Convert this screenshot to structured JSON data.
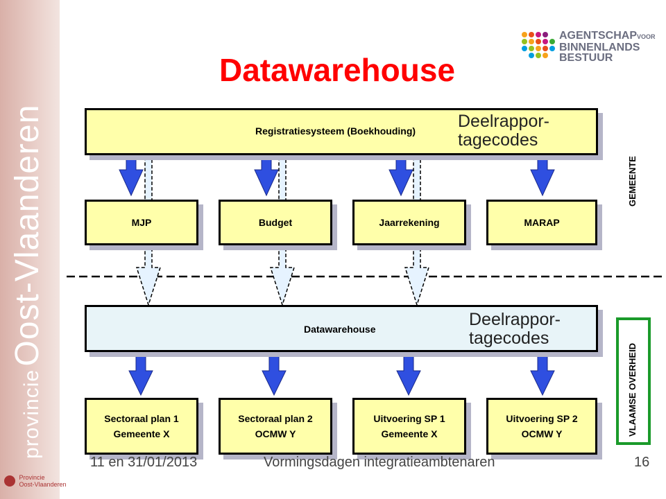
{
  "title": "Datawarehouse",
  "agency_logo": {
    "line1": "AGENTSCHAP",
    "line1_suffix": "VOOR",
    "line2": "BINNENLANDS",
    "line3": "BESTUUR"
  },
  "sidebar": {
    "line1": "provincie",
    "line2": "Oost-Vlaanderen",
    "logo_text_1": "Provincie",
    "logo_text_2": "Oost-Vlaanderen"
  },
  "top_box": {
    "label": "Registratiesysteem (Boekhouding)",
    "codes_line1": "Deelrappor-",
    "codes_line2": "tagecodes"
  },
  "reports": [
    {
      "label": "MJP"
    },
    {
      "label": "Budget"
    },
    {
      "label": "Jaarrekening"
    },
    {
      "label": "MARAP"
    }
  ],
  "warehouse_box": {
    "label": "Datawarehouse",
    "codes_line1": "Deelrappor-",
    "codes_line2": "tagecodes"
  },
  "outputs": [
    {
      "line1": "Sectoraal plan 1",
      "line2": "Gemeente X"
    },
    {
      "line1": "Sectoraal plan 2",
      "line2": "OCMW Y"
    },
    {
      "line1": "Uitvoering SP 1",
      "line2": "Gemeente X"
    },
    {
      "line1": "Uitvoering SP 2",
      "line2": "OCMW Y"
    }
  ],
  "side_labels": {
    "gemeente": "GEMEENTE",
    "vlaamse": "VLAAMSE OVERHEID"
  },
  "footer": {
    "date": "11 en 31/01/2013",
    "event": "Vormingsdagen integratieambtenaren",
    "page": "16"
  },
  "colors": {
    "title": "#ff0000",
    "box_yellow": "#ffffaa",
    "box_blue": "#e8f4f8",
    "arrow_blue": "#2f4fe0",
    "frame_green": "#1a9a2a"
  }
}
